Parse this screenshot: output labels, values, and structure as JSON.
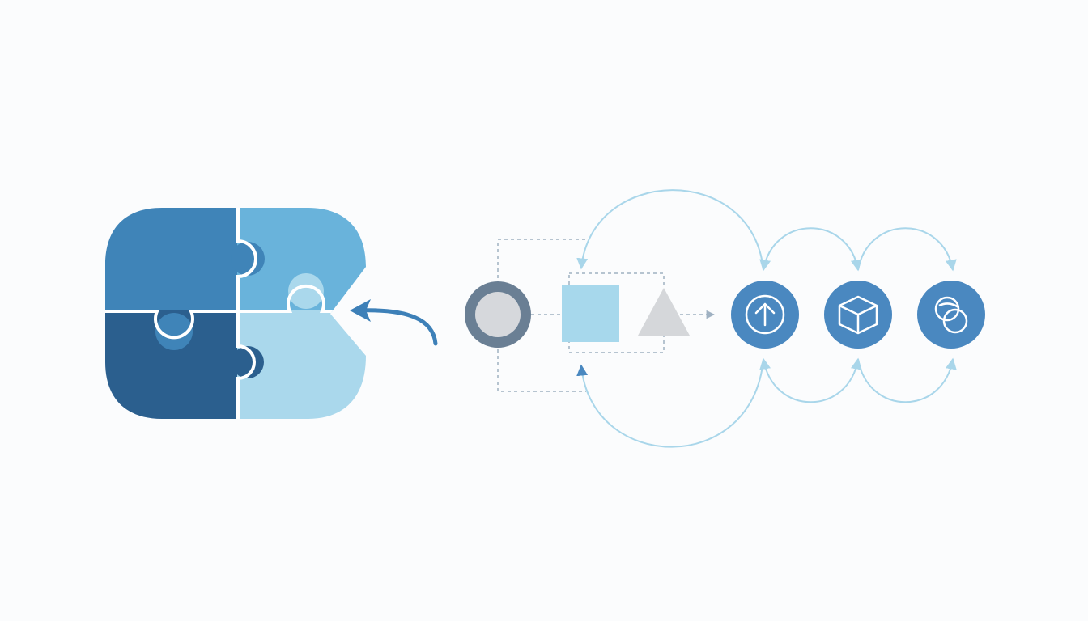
{
  "diagram": {
    "colors": {
      "background": "#fbfcfd",
      "piece_top_left": "#3f84b8",
      "piece_top_right": "#69b3db",
      "piece_bottom_left": "#2b5f8e",
      "piece_bottom_right": "#aad8ec",
      "arrow_dark": "#3d80b8",
      "connector_light": "#a9d6ea",
      "dashed": "#9fb1c2",
      "circle_ring": "#6a7f94",
      "circle_fill": "#d6d8dc",
      "square_fill": "#a7d8ec",
      "triangle_fill": "#d5d7da",
      "node_fill": "#4a88c0",
      "node_icon": "#ffffff"
    },
    "shapes": [
      "circle",
      "square",
      "triangle"
    ],
    "nodes": [
      {
        "icon": "arrow-up-circle-icon"
      },
      {
        "icon": "cube-icon"
      },
      {
        "icon": "overlapping-circles-icon"
      }
    ]
  }
}
